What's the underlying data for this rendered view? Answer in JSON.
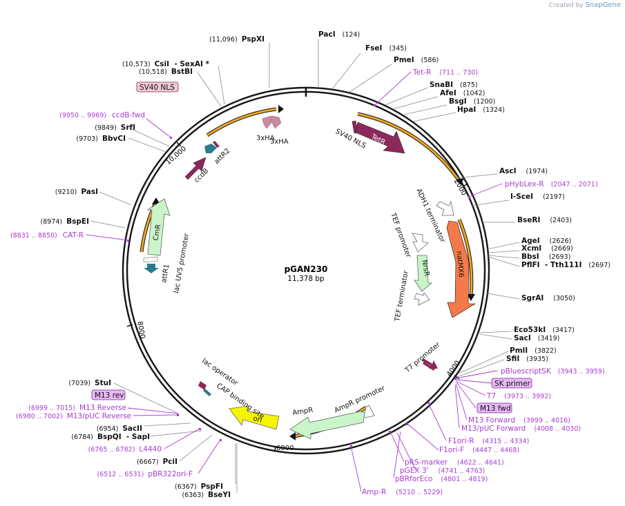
{
  "credit": {
    "prefix": "Created by",
    "brand": "SnapGene"
  },
  "plasmid": {
    "name": "pGAN230",
    "length_label": "11,378 bp"
  },
  "ticks": [
    "2000",
    "4000",
    "6000",
    "8000",
    "10,000"
  ],
  "sites_right": [
    {
      "name": "PacI",
      "pos": "(124)"
    },
    {
      "name": "FseI",
      "pos": "(345)"
    },
    {
      "name": "PmeI",
      "pos": "(586)"
    },
    {
      "name": "SnaBI",
      "pos": "(875)"
    },
    {
      "name": "AfeI",
      "pos": "(1042)"
    },
    {
      "name": "BsgI",
      "pos": "(1200)"
    },
    {
      "name": "HpaI",
      "pos": "(1324)"
    },
    {
      "name": "AscI",
      "pos": "(1974)"
    },
    {
      "name": "I-SceI",
      "pos": "(2197)"
    },
    {
      "name": "BseRI",
      "pos": "(2403)"
    },
    {
      "name": "AgeI",
      "pos": "(2626)"
    },
    {
      "name": "XcmI",
      "pos": "(2669)"
    },
    {
      "name": "BbsI",
      "pos": "(2693)"
    },
    {
      "name": "PflFI  - Tth111I",
      "pos": "(2697)"
    },
    {
      "name": "SgrAI",
      "pos": "(3050)"
    },
    {
      "name": "Eco53kI",
      "pos": "(3417)"
    },
    {
      "name": "SacI",
      "pos": "(3419)"
    },
    {
      "name": "PmlI",
      "pos": "(3822)"
    },
    {
      "name": "SfiI",
      "pos": "(3935)"
    }
  ],
  "sites_left": [
    {
      "name": "PspXI",
      "pos": "(11,096)"
    },
    {
      "name": "CsiI  - SexAI *",
      "pos": "(10,573)"
    },
    {
      "name": "BstBI",
      "pos": "(10,518)"
    },
    {
      "name": "SrfI",
      "pos": "(9849)"
    },
    {
      "name": "BbvCI",
      "pos": "(9703)"
    },
    {
      "name": "PasI",
      "pos": "(9210)"
    },
    {
      "name": "BspEI",
      "pos": "(8974)"
    },
    {
      "name": "StuI",
      "pos": "(7039)"
    },
    {
      "name": "SacII",
      "pos": "(6954)"
    },
    {
      "name": "BspQI  - SapI",
      "pos": "(6784)"
    },
    {
      "name": "PciI",
      "pos": "(6667)"
    },
    {
      "name": "PspFI",
      "pos": "(6367)"
    },
    {
      "name": "BseYI",
      "pos": "(6363)"
    }
  ],
  "primers": [
    {
      "name": "Tet-R",
      "pos": "(711 .. 730)"
    },
    {
      "name": "pHybLex-R",
      "pos": "(2047 .. 2071)"
    },
    {
      "name": "pBluescriptSK",
      "pos": "(3943 .. 3959)"
    },
    {
      "name": "SK primer",
      "pos": ""
    },
    {
      "name": "T7",
      "pos": "(3973 .. 3992)"
    },
    {
      "name": "M13 fwd",
      "pos": ""
    },
    {
      "name": "M13 Forward",
      "pos": "(3999 .. 4016)"
    },
    {
      "name": "M13/pUC Forward",
      "pos": "(4008 .. 4030)"
    },
    {
      "name": "F1ori-R",
      "pos": "(4315 .. 4334)"
    },
    {
      "name": "F1ori-F",
      "pos": "(4447 .. 4468)"
    },
    {
      "name": "pRS-marker",
      "pos": "(4622 .. 4641)"
    },
    {
      "name": "pGEX 3'",
      "pos": "(4741 .. 4763)"
    },
    {
      "name": "pBRforEco",
      "pos": "(4801 .. 4819)"
    },
    {
      "name": "Amp-R",
      "pos": "(5210 .. 5229)"
    },
    {
      "name": "pBR322ori-F",
      "pos": "(6512 .. 6531)"
    },
    {
      "name": "L4440",
      "pos": "(6765 .. 6782)"
    },
    {
      "name": "M13/pUC Reverse",
      "pos": "(6980 .. 7002)"
    },
    {
      "name": "M13 Reverse",
      "pos": "(6999 .. 7015)"
    },
    {
      "name": "M13 rev",
      "pos": ""
    },
    {
      "name": "CAT-R",
      "pos": "(8831 .. 8850)"
    },
    {
      "name": "ccdB-fwd",
      "pos": "(9950 .. 9969)"
    },
    {
      "name": "SV40 NLS",
      "pos": ""
    }
  ],
  "features": [
    {
      "name": "SV40 NLS"
    },
    {
      "name": "TetR"
    },
    {
      "name": "ADH1 terminator"
    },
    {
      "name": "natMX6"
    },
    {
      "name": "TEF promoter"
    },
    {
      "name": "NrsR"
    },
    {
      "name": "TEF terminator"
    },
    {
      "name": "T7 promoter"
    },
    {
      "name": "AmpR promoter"
    },
    {
      "name": "AmpR"
    },
    {
      "name": "ori"
    },
    {
      "name": "CAP binding site"
    },
    {
      "name": "lac operator"
    },
    {
      "name": "lac UV5 promoter"
    },
    {
      "name": "attR1"
    },
    {
      "name": "CmR"
    },
    {
      "name": "ccdB"
    },
    {
      "name": "attR2"
    },
    {
      "name": "3xHA"
    },
    {
      "name": "3xHA"
    }
  ],
  "colors": {
    "backbone": "#1a1a1a",
    "tetr": "#8b2a5a",
    "natmx6": "#f47a4a",
    "resistance_green": "#c9f5c9",
    "ori": "#f5f500",
    "att": "#2c7b8c",
    "ha": "#c98aa3",
    "primer": "#a83bd1",
    "orf_orange": "#f0a628"
  }
}
